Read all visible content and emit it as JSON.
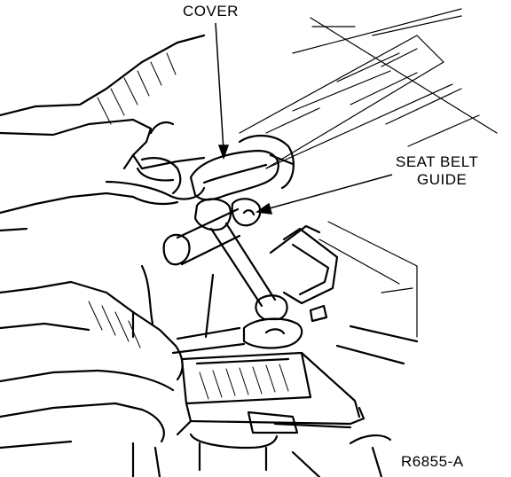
{
  "labels": {
    "cover": "COVER",
    "seat_belt_guide_line1": "SEAT BELT",
    "seat_belt_guide_line2": "GUIDE",
    "figure_code": "R6855-A"
  },
  "colors": {
    "ink": "#000000",
    "paper": "#ffffff"
  }
}
